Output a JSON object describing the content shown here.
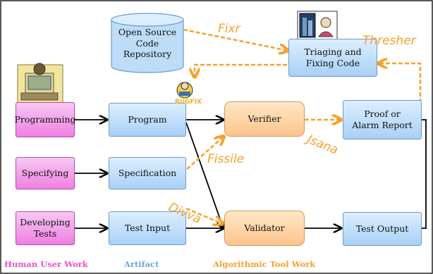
{
  "human_nodes": {
    "programming": "Programming",
    "specifying": "Specifying",
    "developing_tests": "Developing\nTests"
  },
  "artifact_nodes": {
    "repository": "Open Source\nCode\nRepository",
    "program": "Program",
    "specification": "Specification",
    "test_input": "Test Input",
    "triaging": "Triaging and\nFixing Code",
    "proof_report": "Proof or\nAlarm Report",
    "test_output": "Test Output"
  },
  "tool_nodes": {
    "verifier": "Verifier",
    "validator": "Validator"
  },
  "tool_labels": {
    "fixr": "Fixr",
    "thresher": "Thresher",
    "jsana": "Jsana",
    "fissile": "Fissile",
    "divva": "Divva",
    "bugfix": "BUGFIX"
  },
  "legend": {
    "human": "Human User Work",
    "artifact": "Artifact",
    "tool": "Algorithmic Tool Work"
  },
  "colors": {
    "human_legend": "#ee4fc8",
    "artifact_legend": "#6aa7e8",
    "tool_legend": "#f7a02b",
    "tool_arrow": "#f7a02b",
    "edge": "#000000"
  }
}
